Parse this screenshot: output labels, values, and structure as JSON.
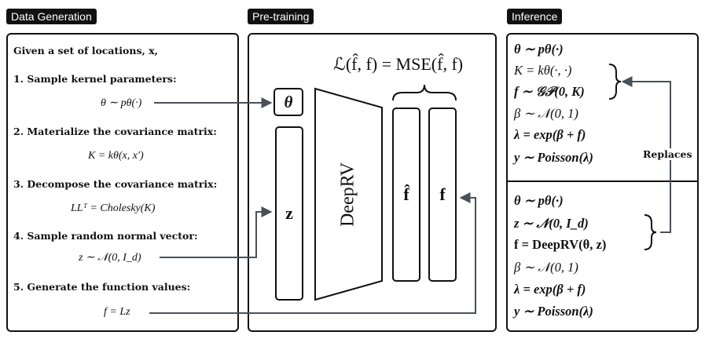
{
  "sections": {
    "data_generation": "Data Generation",
    "pre_training": "Pre-training",
    "inference": "Inference"
  },
  "data_generation": {
    "intro": "Given a set of locations, x,",
    "steps": [
      {
        "label": "1.  Sample kernel parameters:",
        "formula": "θ ∼ pθ(·)"
      },
      {
        "label": "2.  Materialize the covariance matrix:",
        "formula": "K = kθ(x, x′)"
      },
      {
        "label": "3.  Decompose the covariance matrix:",
        "formula": "LLᵀ = Cholesky(K)"
      },
      {
        "label": "4.  Sample random normal vector:",
        "formula": "z ∼ 𝒩(0, I_d)"
      },
      {
        "label": "5.  Generate the function values:",
        "formula": "f = Lz"
      }
    ]
  },
  "pre_training": {
    "loss": "ℒ(f̂, f) = MSE(f̂, f)",
    "theta": "θ",
    "z": "z",
    "model": "DeepRV",
    "f_hat": "f̂",
    "f": "f"
  },
  "inference": {
    "top": [
      "θ ∼ pθ(·)",
      "K = kθ(·, ·)",
      "f ∼ 𝒢𝒫(0, K)",
      "β ∼ 𝒩(0, 1)",
      "λ = exp(β + f)",
      "y ∼ Poisson(λ)"
    ],
    "bottom": [
      "θ ∼ pθ(·)",
      "z ∼ 𝒩(0, I_d)",
      "f = DeepRV(θ, z)",
      "β ∼ 𝒩(0, 1)",
      "λ = exp(β + f)",
      "y ∼ Poisson(λ)"
    ],
    "replaces": "Replaces"
  }
}
